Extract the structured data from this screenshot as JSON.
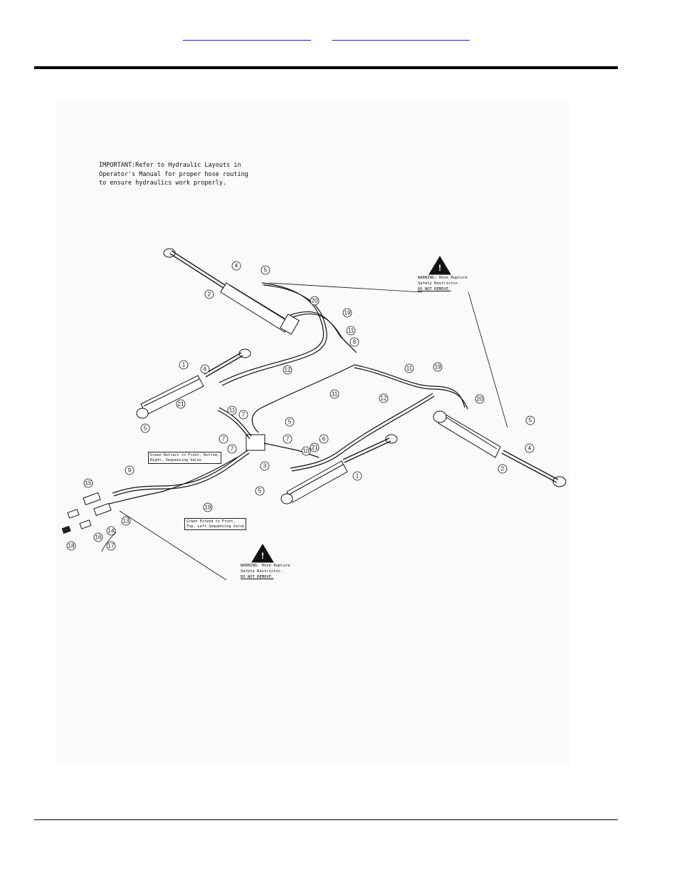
{
  "note": {
    "line1": "IMPORTANT:Refer to Hydraulic Layouts in",
    "line2": "Operator's Manual for proper hose routing",
    "line3": "to ensure hydraulics work properly."
  },
  "warning_top": {
    "line1": "WARNING: Hose Rupture",
    "line2": "Safety Restrictor.",
    "line3": "DO NOT REMOVE."
  },
  "warning_bottom": {
    "line1": "WARNING: Hose Rupture",
    "line2": "Safety Restrictor.",
    "line3": "DO NOT REMOVE."
  },
  "callouts": {
    "retract": "Green Retract to Front, Bottom,\nRight, Sequencing Valve",
    "extend": "Green Extend to Front,\nTop, Left Sequencing Valve"
  },
  "part_numbers": [
    "1",
    "2",
    "3",
    "4",
    "5",
    "6",
    "7",
    "8",
    "9",
    "10",
    "11",
    "12",
    "13",
    "14",
    "15",
    "16",
    "17",
    "18",
    "19",
    "20",
    "21"
  ]
}
